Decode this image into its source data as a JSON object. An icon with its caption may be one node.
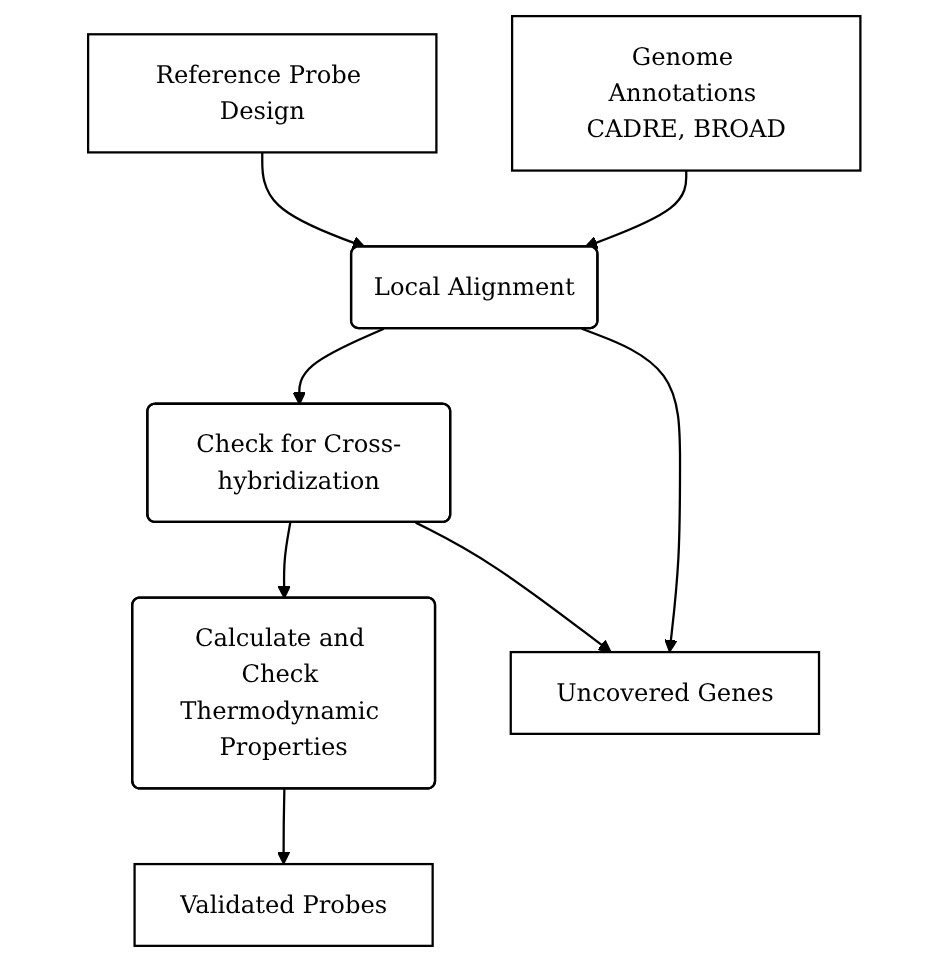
{
  "diagram": {
    "nodes": [
      {
        "text": [
          "Reference Probe Design"
        ]
      },
      {
        "text": [
          "Genome Annotations CADRE, BROAD"
        ]
      },
      {
        "text": [
          "Local Alignment"
        ]
      },
      {
        "text": [
          "Check for Cross-hybridization"
        ]
      },
      {
        "text": [
          "Calculate and Check Thermodynamic Properties"
        ]
      },
      {
        "text": [
          "Validated Probes"
        ]
      },
      {
        "text": [
          "Uncovered Genes"
        ]
      }
    ],
    "edges": [
      {
        "from": 0,
        "to": 2,
        "arrow": "to"
      },
      {
        "from": 1,
        "to": 2,
        "arrow": "to"
      },
      {
        "from": 2,
        "to": 3,
        "arrow": "to"
      },
      {
        "from": 3,
        "to": 4,
        "arrow": "to"
      },
      {
        "from": 4,
        "to": 5,
        "arrow": "to"
      },
      {
        "from": 2,
        "to": 6,
        "arrow": "to"
      },
      {
        "from": 3,
        "to": 6,
        "arrow": "to"
      }
    ]
  }
}
